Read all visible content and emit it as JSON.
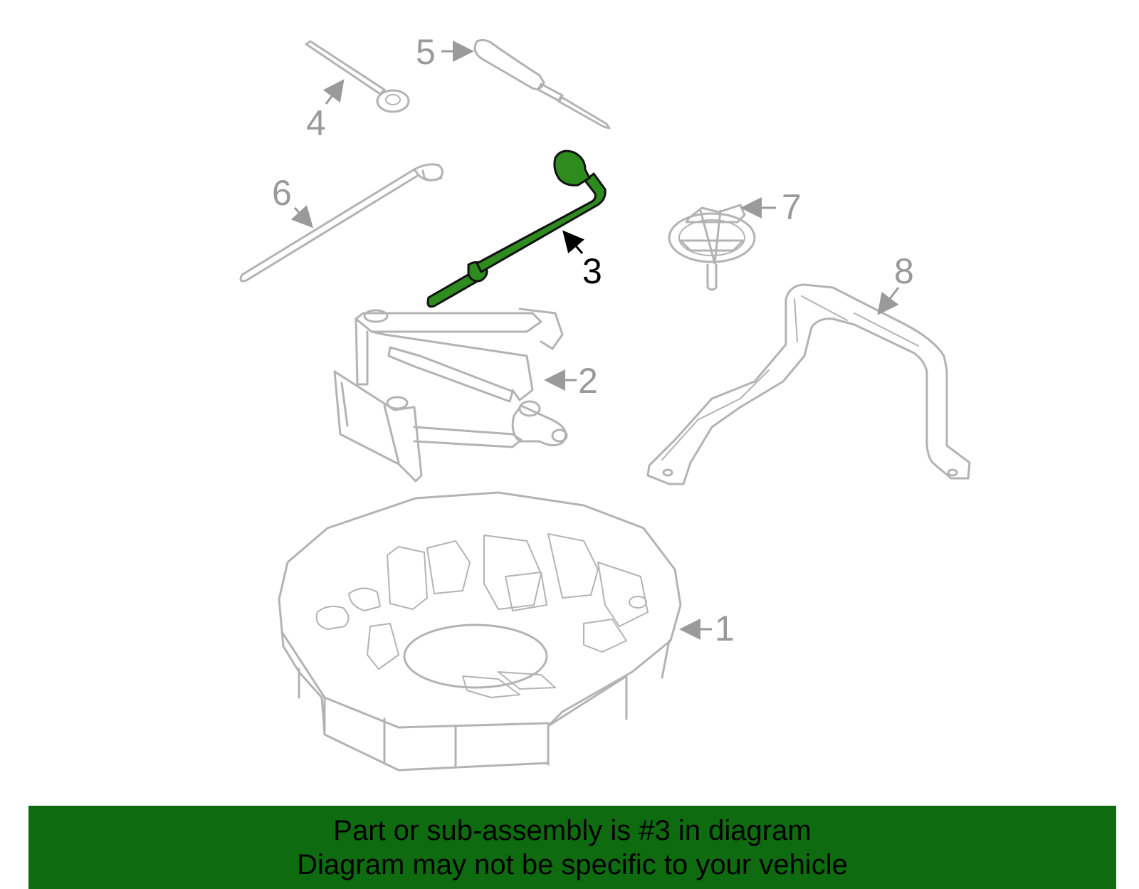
{
  "diagram": {
    "callouts": [
      {
        "id": "1",
        "label": "1"
      },
      {
        "id": "2",
        "label": "2"
      },
      {
        "id": "3",
        "label": "3",
        "highlighted": true
      },
      {
        "id": "4",
        "label": "4"
      },
      {
        "id": "5",
        "label": "5"
      },
      {
        "id": "6",
        "label": "6"
      },
      {
        "id": "7",
        "label": "7"
      },
      {
        "id": "8",
        "label": "8"
      }
    ]
  },
  "banner": {
    "line1": "Part or sub-assembly is #3 in diagram",
    "line2": "Diagram may not be specific to your vehicle"
  },
  "colors": {
    "banner_bg": "#0f6b0f",
    "highlight_part": "#2e8b1e",
    "part_outline": "#b3b3b3",
    "callout_text": "#9a9a9a",
    "highlight_text": "#000000"
  }
}
